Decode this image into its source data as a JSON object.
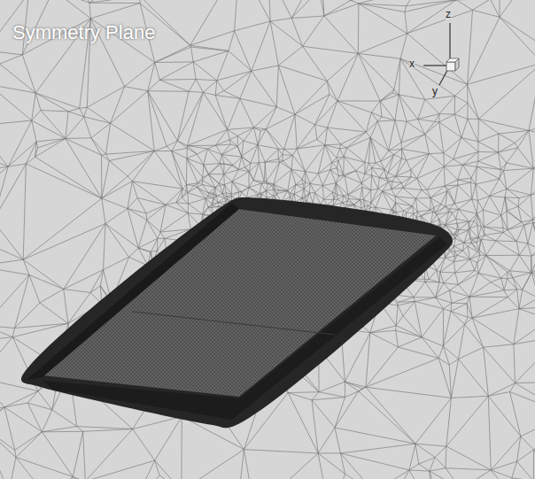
{
  "diagram": {
    "labels": [
      "Symmetry Plane",
      "z",
      "x",
      "y"
    ]
  }
}
